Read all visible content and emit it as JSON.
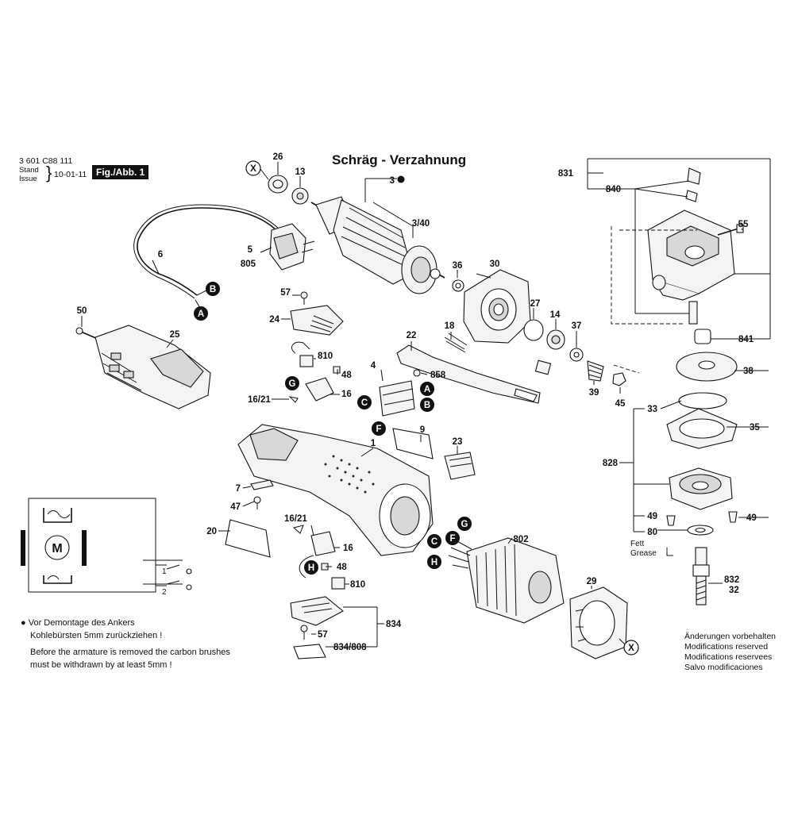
{
  "header": {
    "doc_number": "3 601 C88 111",
    "stand_label": "Stand",
    "issue_label": "Issue",
    "date": "10-01-11",
    "figure_label": "Fig./Abb. 1"
  },
  "title": "Schräg - Verzahnung",
  "notes": {
    "de_line1": "Vor Demontage des Ankers",
    "de_line2": "Kohlebürsten 5mm zurückziehen !",
    "en_line1": "Before the armature is removed the carbon brushes",
    "en_line2": "must be withdrawn by at least 5mm !"
  },
  "modifications": [
    "Änderungen vorbehalten",
    "Modifications reserved",
    "Modifications reservees",
    "Salvo modificaciones"
  ],
  "grease_note": {
    "de": "Fett",
    "en": "Grease"
  },
  "parts": {
    "p26": "26",
    "p13": "13",
    "p3": "3",
    "p340": "3/40",
    "p831": "831",
    "p840": "840",
    "p55": "55",
    "p6": "6",
    "p5": "5",
    "p805": "805",
    "p36": "36",
    "p30": "30",
    "p57a": "57",
    "p24": "24",
    "p27": "27",
    "p14": "14",
    "p37": "37",
    "p50": "50",
    "p25": "25",
    "p18": "18",
    "p22": "22",
    "p810a": "810",
    "p48a": "48",
    "p841": "841",
    "p38": "38",
    "p4": "4",
    "p858": "858",
    "p1621a": "16/21",
    "p16a": "16",
    "p39": "39",
    "p45": "45",
    "p33": "33",
    "p35": "35",
    "p9": "9",
    "p1": "1",
    "p23": "23",
    "p828": "828",
    "p7": "7",
    "p47": "47",
    "p49a": "49",
    "p49b": "49",
    "p20": "20",
    "p1621b": "16/21",
    "p16b": "16",
    "p802": "802",
    "p80": "80",
    "p48b": "48",
    "p810b": "810",
    "p29": "29",
    "p832": "832",
    "p32": "32",
    "p834": "834",
    "p57b": "57",
    "p834808": "834/808"
  },
  "connectors": {
    "x": "X",
    "a": "A",
    "b": "B",
    "c": "C",
    "f": "F",
    "g": "G",
    "h": "H"
  },
  "schematic": {
    "motor": "M",
    "sw1": "1",
    "sw2": "2"
  }
}
